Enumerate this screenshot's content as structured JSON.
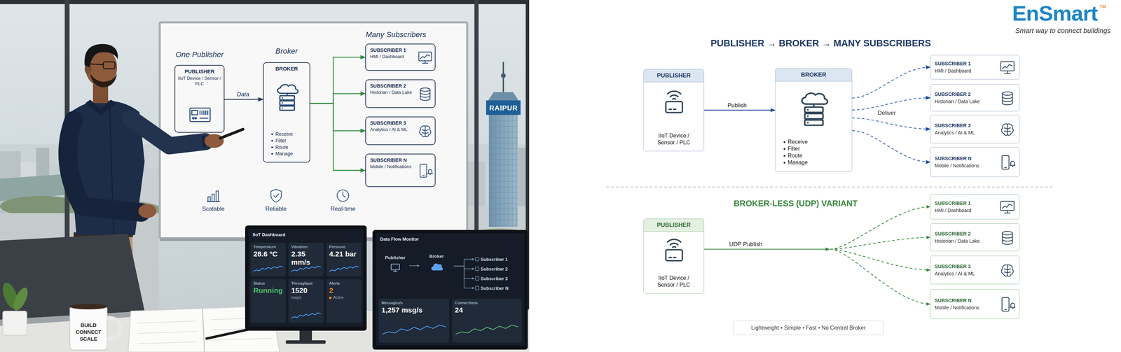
{
  "diagram": {
    "title": "PUBLISHER → BROKER → MANY SUBSCRIBERS",
    "nodes": [
      {
        "text": [
          "PUBLISHER",
          "IIoT Device / Sensor / PLC"
        ]
      },
      {
        "text": [
          "BROKER",
          "Receive",
          "Filter",
          "Route",
          "Manage"
        ]
      },
      {
        "text": [
          "SUBSCRIBER 1",
          "HMI / Dashboard"
        ]
      },
      {
        "text": [
          "SUBSCRIBER 2",
          "Historian / Data Lake"
        ]
      },
      {
        "text": [
          "SUBSCRIBER 3",
          "Analytics / AI & ML"
        ]
      },
      {
        "text": [
          "SUBSCRIBER N",
          "Mobile / Notifications"
        ]
      },
      {
        "text": [
          "IIoT Dashboard"
        ]
      },
      {
        "text": [
          "Temperature",
          "28.6 °C"
        ],
        "in": 6
      },
      {
        "text": [
          "Vibration",
          "2.35 mm/s"
        ],
        "in": 6
      },
      {
        "text": [
          "Pressure",
          "4.21 bar"
        ],
        "in": 6
      },
      {
        "text": [
          "Status",
          "Running"
        ],
        "in": 6
      },
      {
        "text": [
          "Throughput",
          "1520",
          "msg/s"
        ],
        "in": 6
      },
      {
        "text": [
          "Alerts",
          "2",
          "Active"
        ],
        "in": 6
      },
      {
        "text": [
          "Data Flow Monitor"
        ]
      },
      {
        "text": [
          "Publisher"
        ],
        "in": 13
      },
      {
        "text": [
          "Broker"
        ],
        "in": 13
      },
      {
        "text": [
          "Subscriber 1"
        ],
        "in": 13
      },
      {
        "text": [
          "Subscriber 2"
        ],
        "in": 13
      },
      {
        "text": [
          "Subscriber 3"
        ],
        "in": 13
      },
      {
        "text": [
          "Subscriber N"
        ],
        "in": 13
      },
      {
        "text": [
          "Messages/s",
          "1,257 msg/s"
        ],
        "in": 13
      },
      {
        "text": [
          "Connections",
          "24"
        ],
        "in": 13
      },
      {
        "text": [
          "PUBLISHER",
          "IIoT Device / Sensor / PLC"
        ]
      },
      {
        "text": [
          "BROKER",
          "Receive",
          "Filter",
          "Route",
          "Manage"
        ]
      },
      {
        "text": [
          "SUBSCRIBER 1",
          "HMI / Dashboard"
        ]
      },
      {
        "text": [
          "SUBSCRIBER 2",
          "Historian / Data Lake"
        ]
      },
      {
        "text": [
          "SUBSCRIBER 3",
          "Analytics / AI & ML"
        ]
      },
      {
        "text": [
          "SUBSCRIBER N",
          "Mobile / Notifications"
        ]
      },
      {
        "text": [
          "PUBLISHER",
          "IIoT Device / Sensor / PLC"
        ]
      },
      {
        "text": [
          "SUBSCRIBER 1",
          "HMI / Dashboard"
        ]
      },
      {
        "text": [
          "SUBSCRIBER 2",
          "Historian / Data Lake"
        ]
      },
      {
        "text": [
          "SUBSCRIBER 3",
          "Analytics / AI & ML"
        ]
      },
      {
        "text": [
          "SUBSCRIBER N",
          "Mobile / Notifications"
        ]
      },
      {
        "text": [
          "Lightweight • Simple • Fast • No Central Broker"
        ]
      }
    ],
    "edges": [
      {
        "from": 0,
        "to": 1,
        "label": "Data",
        "arrow": "to"
      },
      {
        "from": 1,
        "to": 2,
        "arrow": "to"
      },
      {
        "from": 1,
        "to": 3,
        "arrow": "to"
      },
      {
        "from": 1,
        "to": 4,
        "arrow": "to"
      },
      {
        "from": 1,
        "to": 5,
        "arrow": "to"
      },
      {
        "from": 14,
        "to": 15,
        "arrow": "to"
      },
      {
        "from": 15,
        "to": 16,
        "arrow": "to"
      },
      {
        "from": 15,
        "to": 17,
        "arrow": "to"
      },
      {
        "from": 15,
        "to": 18,
        "arrow": "to"
      },
      {
        "from": 15,
        "to": 19,
        "arrow": "to"
      },
      {
        "from": 22,
        "to": 23,
        "label": "Publish",
        "arrow": "to"
      },
      {
        "from": 23,
        "to": 24,
        "arrow": "to"
      },
      {
        "from": 23,
        "to": 25,
        "arrow": "to"
      },
      {
        "from": 23,
        "to": 26,
        "arrow": "to"
      },
      {
        "from": 23,
        "to": 27,
        "arrow": "to"
      },
      {
        "from": 28,
        "to": 29,
        "label": "UDP Publish",
        "arrow": "to"
      },
      {
        "from": 28,
        "to": 30,
        "arrow": "to"
      },
      {
        "from": 28,
        "to": 31,
        "arrow": "to"
      },
      {
        "from": 28,
        "to": 32,
        "arrow": "to"
      }
    ],
    "labels": [
      "One Publisher",
      "Broker",
      "Many Subscribers",
      "Scalable",
      "Reliable",
      "Real-time",
      "RAIPUR",
      "BUILD CONNECT SCALE",
      "EnSmart",
      "™",
      "Smart way to connect buildings",
      "Deliver",
      "BROKER-LESS (UDP) VARIANT"
    ]
  }
}
